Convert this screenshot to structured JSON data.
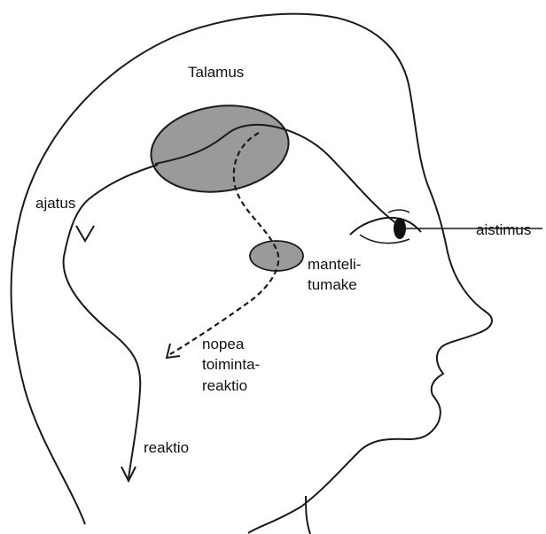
{
  "labels": {
    "talamus": "Talamus",
    "ajatus": "ajatus",
    "aistimus": "aistimus",
    "manteli": "manteli-",
    "tumake": "tumake",
    "nopea": "nopea",
    "toiminta": "toiminta-",
    "reaktio_fast": "reaktio",
    "reaktio": "reaktio"
  },
  "colors": {
    "line": "#1a1a1a",
    "fill_region": "#9a9a9a",
    "eye_pupil": "#111111",
    "background": "#ffffff"
  }
}
